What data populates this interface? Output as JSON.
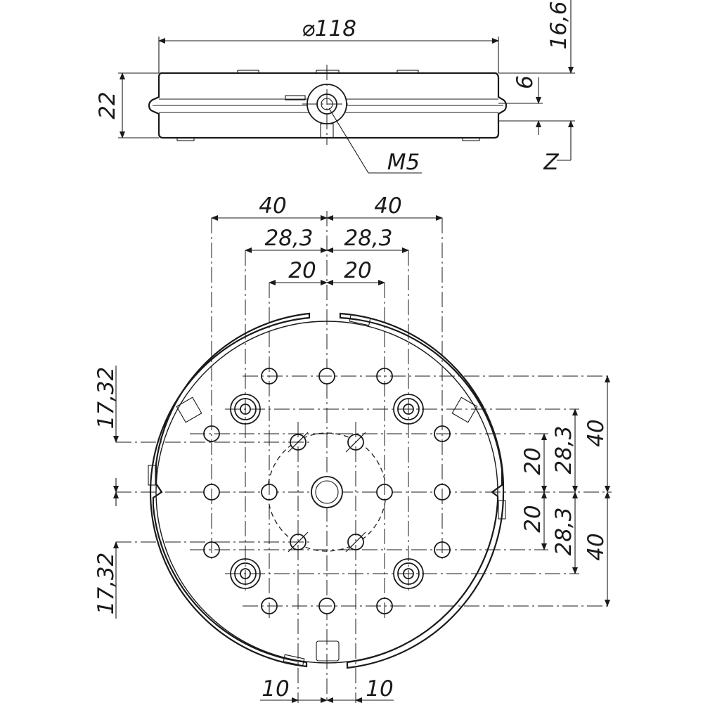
{
  "side_view": {
    "diameter_label": "⌀118",
    "height_label": "22",
    "groove_label": "6",
    "overall_label": "16,6",
    "thread_label": "M5",
    "axis_label": "Z"
  },
  "top_view": {
    "horizontal": {
      "outer_left": "40",
      "outer_right": "40",
      "mid_left": "28,3",
      "mid_right": "28,3",
      "inner_left": "20",
      "inner_right": "20",
      "bottom_left": "10",
      "bottom_right": "10"
    },
    "vertical_left": {
      "upper": "17,32",
      "lower": "17,32"
    },
    "vertical_right": {
      "outer_upper": "40",
      "outer_lower": "40",
      "mid_upper": "28,3",
      "mid_lower": "28,3",
      "inner_upper": "20",
      "inner_lower": "20"
    }
  }
}
